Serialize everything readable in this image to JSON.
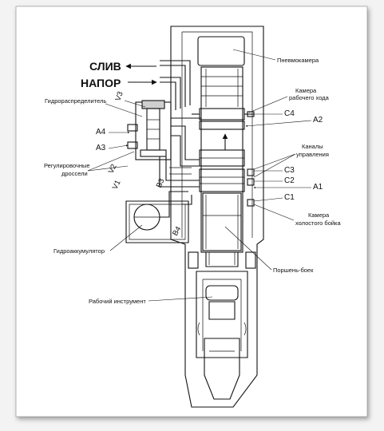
{
  "flows": {
    "drain": "СЛИВ",
    "pressure": "НАПОР"
  },
  "labels": {
    "pneumo_chamber": "Пневмокамера",
    "work_stroke_chamber_1": "Камера",
    "work_stroke_chamber_2": "рабочего хода",
    "control_channels_1": "Каналы",
    "control_channels_2": "управления",
    "idle_chamber_1": "Камера",
    "idle_chamber_2": "холостого бойка",
    "piston": "Поршень-боек",
    "hydro_distributor": "Гидрораспределитель",
    "throttles_1": "Регулировочные",
    "throttles_2": "дроссели",
    "accumulator": "Гидроаккумулятор",
    "tool": "Рабочий инструмент"
  },
  "ports": {
    "c1": "C1",
    "c2": "C2",
    "c3": "C3",
    "c4": "C4",
    "a1": "A1",
    "a2": "A2",
    "a3": "A3",
    "a4": "A4",
    "v1": "V1",
    "v2": "V2",
    "v3": "V3",
    "b3": "B3",
    "b4": "B4"
  },
  "colors": {
    "line": "#111111",
    "frame_bg": "#f3f3f3",
    "paper": "#ffffff"
  }
}
